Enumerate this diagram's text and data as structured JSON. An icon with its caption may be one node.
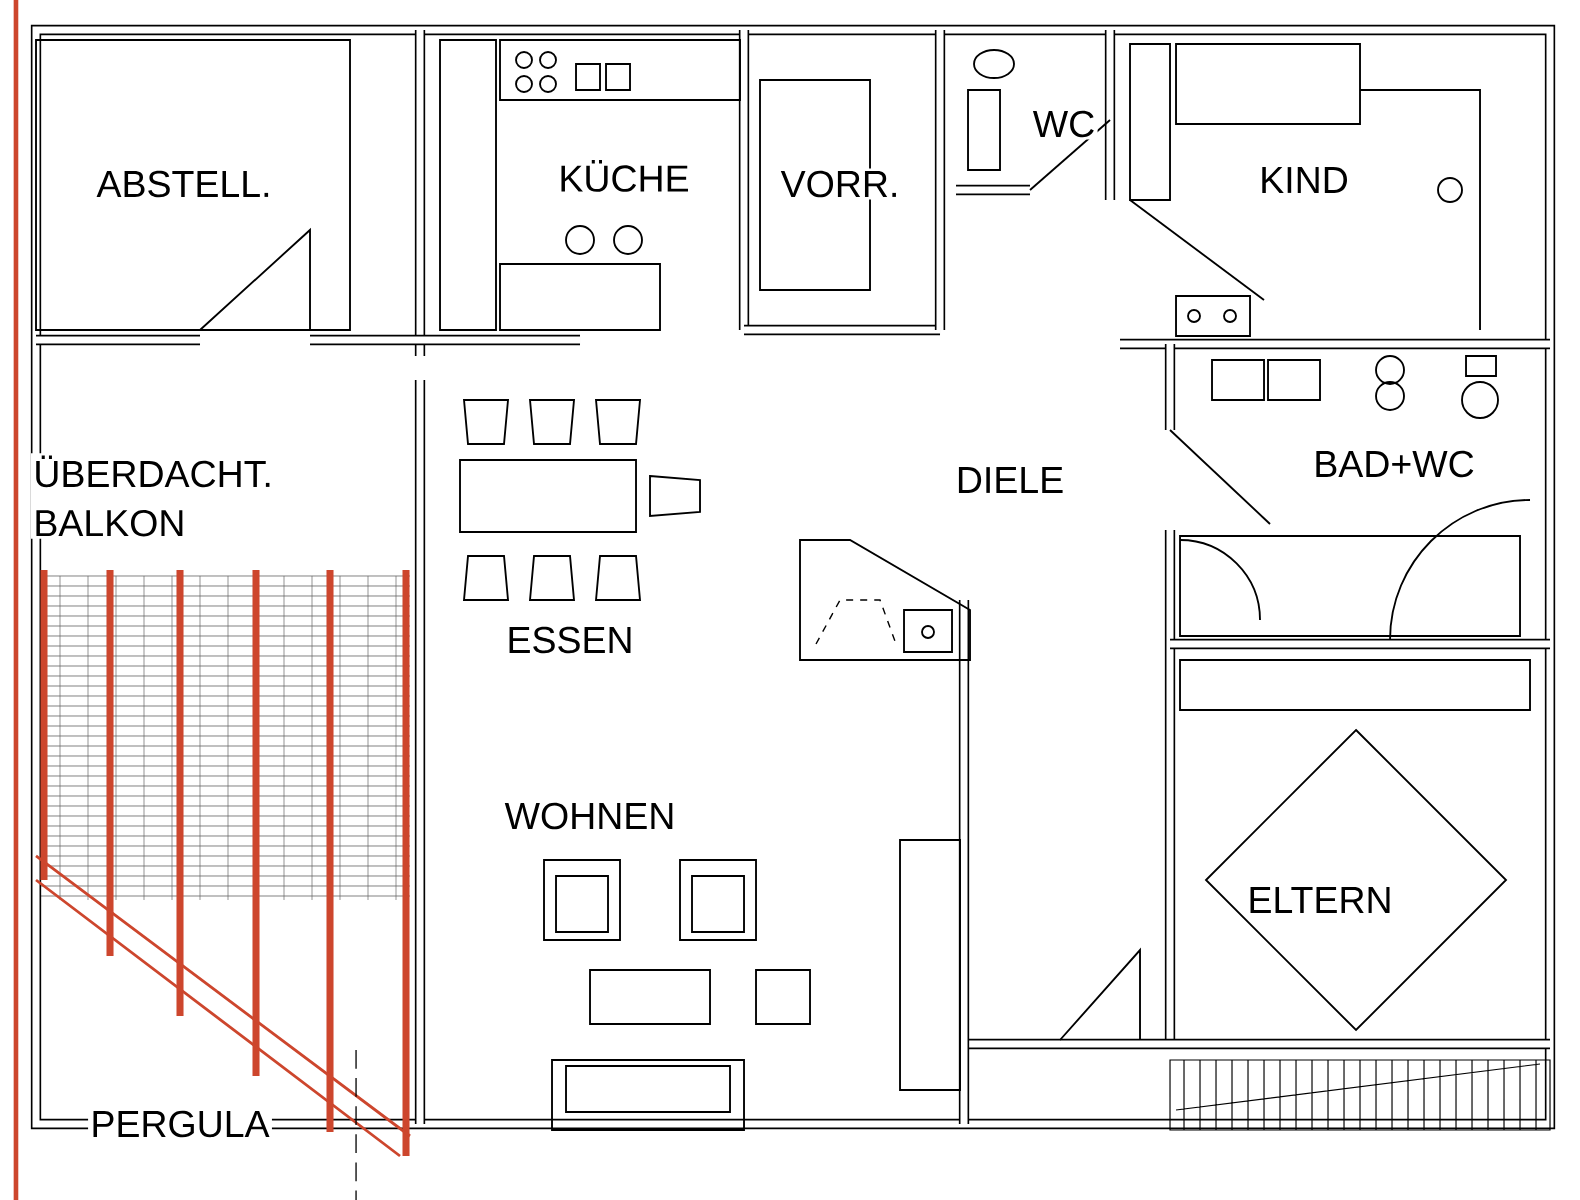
{
  "diagram": {
    "labels": [
      "WC",
      "ABSTELL.",
      "KÜCHE",
      "VORR.",
      "KIND",
      "ÜBERDACHT. BALKON",
      "DIELE",
      "BAD+WC",
      "ESSEN",
      "WOHNEN",
      "ELTERN",
      "PERGULA"
    ]
  }
}
